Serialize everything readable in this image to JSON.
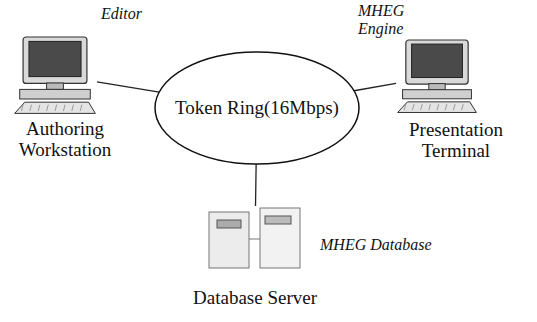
{
  "diagram": {
    "nodes": [
      {
        "text": [
          "Editor",
          "Authoring Workstation"
        ]
      },
      {
        "text": [
          "MHEG Engine",
          "Presentation Terminal"
        ]
      },
      {
        "text": [
          "Token Ring(16Mbps)"
        ]
      },
      {
        "text": [
          "MHEG Database",
          "Database Server"
        ]
      }
    ],
    "edges": [
      {
        "from": 2,
        "to": 0,
        "arrow": "none"
      },
      {
        "from": 2,
        "to": 1,
        "arrow": "none"
      },
      {
        "from": 2,
        "to": 3,
        "arrow": "none"
      }
    ]
  }
}
